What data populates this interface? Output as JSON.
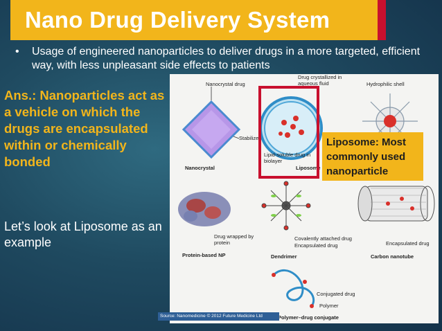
{
  "slide": {
    "title": "Nano Drug Delivery System",
    "bullet": "Usage of engineered nanoparticles to deliver drugs in a more targeted, efficient way, with less unpleasant side effects to patients",
    "answer": "Ans.: Nanoparticles act as a vehicle on which the drugs are encapsulated within or chemically bonded",
    "look": "Let’s look at Liposome as an example",
    "callout": "Liposome: Most commonly used nanoparticle"
  },
  "figure": {
    "labels": {
      "nanocrystal_drug": "Nanocrystal drug",
      "stabilizer": "Stabilizer",
      "nanocrystal": "Nanocrystal",
      "drug_crystallized": "Drug crystallized in aqueous fluid",
      "lipid_soluble": "Lipid-soluble drug in biolayer",
      "liposome": "Liposome",
      "hydrophilic_shell": "Hydrophilic shell",
      "drug_wrapped": "Drug wrapped by protein",
      "protein_np": "Protein-based NP",
      "covalently_attached": "Covalently attached drug",
      "encapsulated_drug": "Encapsulated drug",
      "dendrimer": "Dendrimer",
      "encapsulated_drug_2": "Encapsulated drug",
      "carbon_nanotube": "Carbon nanotube",
      "conjugated_drug": "Conjugated drug",
      "polymer": "Polymer",
      "polymer_drug_conjugate": "Polymer–drug conjugate",
      "source": "Source: Nanomedicine © 2012 Future Medicine Ltd"
    }
  },
  "colors": {
    "accent": "#f2b51b",
    "red": "#c8102e",
    "background": "#1f4a60"
  }
}
